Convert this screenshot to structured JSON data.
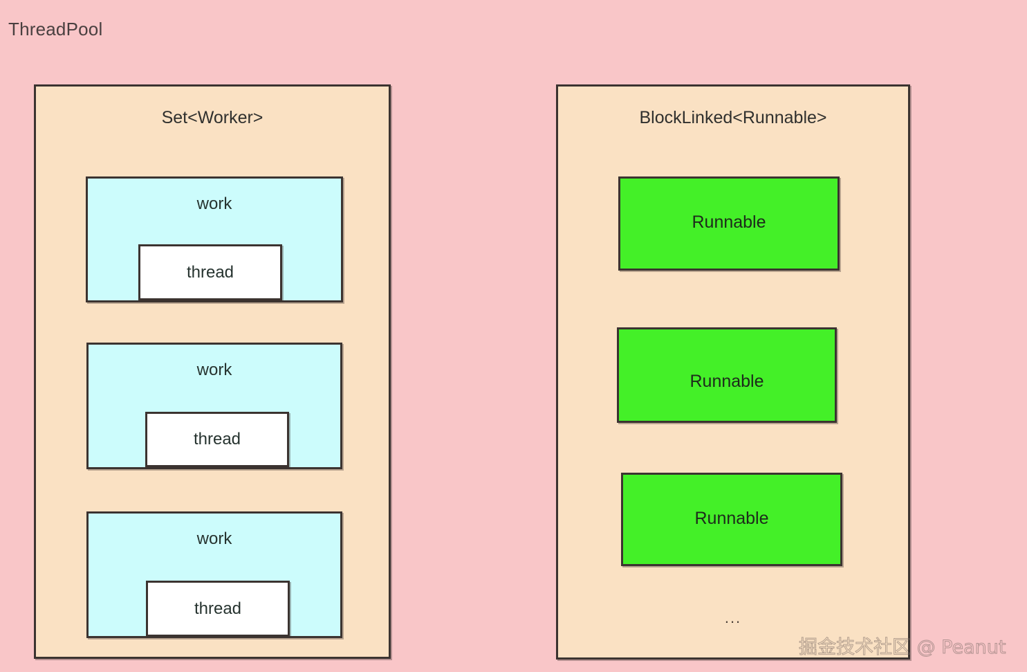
{
  "diagram": {
    "title": "ThreadPool",
    "background_color": "#f9c6c8",
    "panel_fill_color": "#fae1c3",
    "border_color": "#3b3330"
  },
  "workers_panel": {
    "title": "Set<Worker>",
    "box_fill_color": "#ccfcfc",
    "inner_fill_color": "#ffffff",
    "workers": [
      {
        "label": "work",
        "thread_label": "thread"
      },
      {
        "label": "work",
        "thread_label": "thread"
      },
      {
        "label": "work",
        "thread_label": "thread"
      }
    ]
  },
  "queue_panel": {
    "title": "BlockLinked<Runnable>",
    "box_fill_color": "#44f028",
    "tasks": [
      {
        "label": "Runnable"
      },
      {
        "label": "Runnable"
      },
      {
        "label": "Runnable"
      }
    ],
    "ellipsis": "..."
  },
  "watermark": {
    "text": "掘金技术社区 @ Peanut"
  }
}
